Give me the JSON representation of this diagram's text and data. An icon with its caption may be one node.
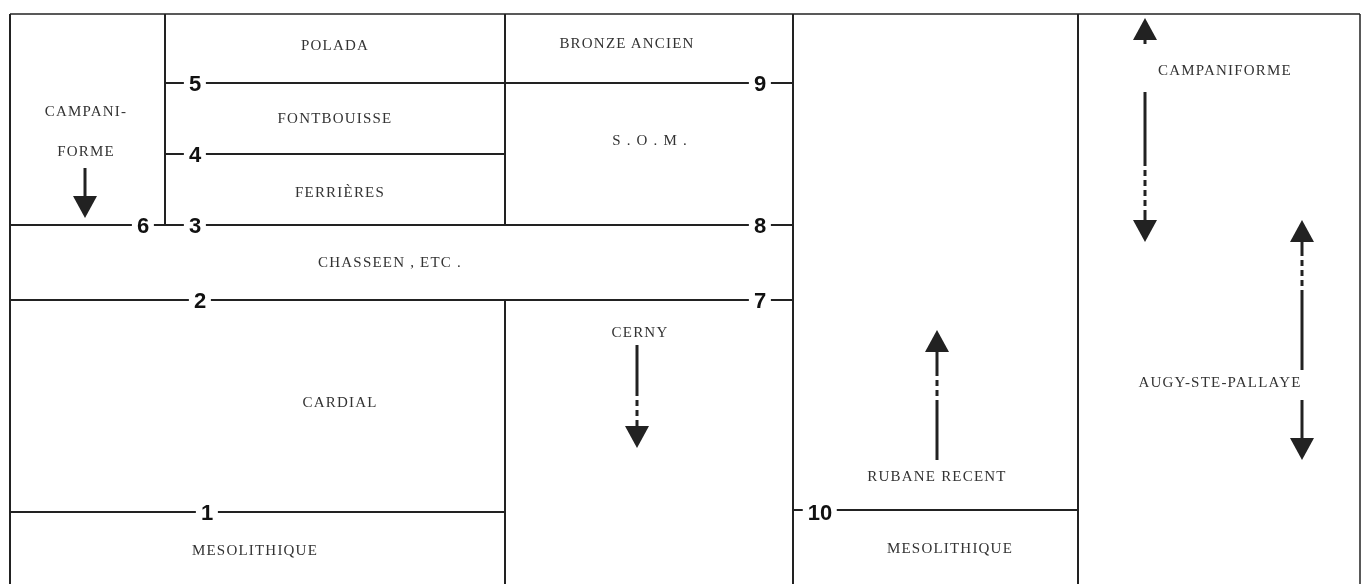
{
  "diagram": {
    "labels": [
      "POLADA",
      "BRONZE ANCIEN",
      "CAMPANIFORME",
      "5",
      "9",
      "FONTBOUISSE",
      "CAMPANI- FORME",
      "S . O . M .",
      "4",
      "FERRIÈRES",
      "6",
      "3",
      "8",
      "CHASSEEN , ETC .",
      "2",
      "7",
      "CERNY",
      "AUGY-STE-PALLAYE",
      "CARDIAL",
      "RUBANE RECENT",
      "1",
      "10",
      "MESOLITHIQUE",
      "MESOLITHIQUE"
    ]
  }
}
